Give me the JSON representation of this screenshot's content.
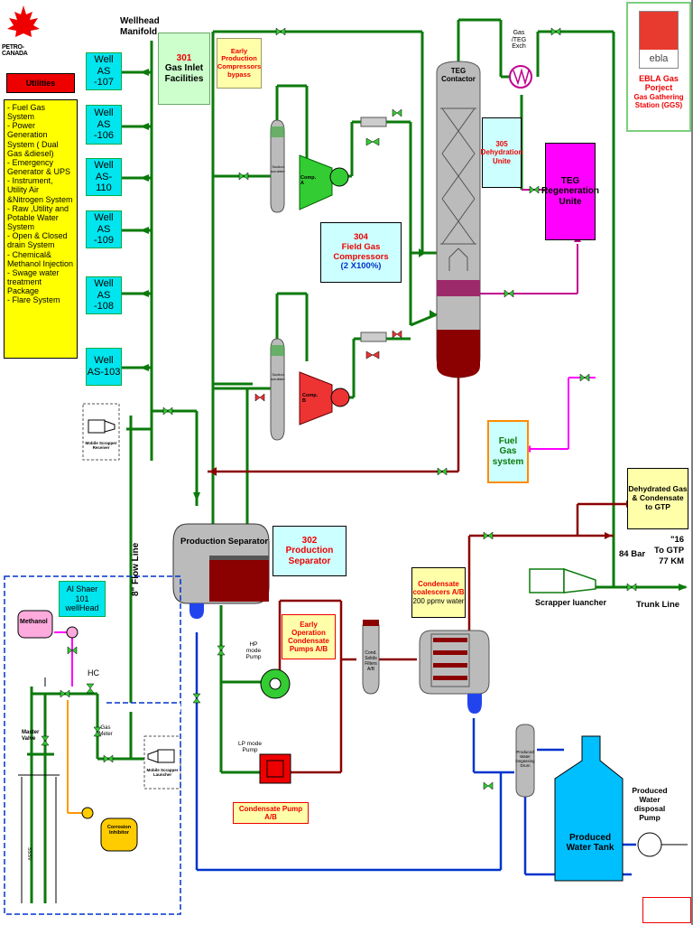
{
  "logo": {
    "petro": "PETRO-CANADA",
    "ebla": "ebla"
  },
  "header": {
    "wellhead_manifold": "Wellhead\nManifold"
  },
  "utilities": {
    "title": "Utilities",
    "items": "- Fuel Gas System\n- Power Generation System ( Dual Gas &diesel)\n- Emergency Generator & UPS\n- Instrument, Utility Air &Nitrogen System\n- Raw ,Utility and Potable Water System\n- Open & Closed drain System\n- Chemical& Methanol Injection\n- Swage water treatment Package\n- Flare System"
  },
  "wells": [
    {
      "name": "Well",
      "id": "AS -107"
    },
    {
      "name": "Well",
      "id": "AS -106"
    },
    {
      "name": "Well",
      "id": "AS- 110"
    },
    {
      "name": "Well",
      "id": "AS -109"
    },
    {
      "name": "Well",
      "id": "AS -108"
    },
    {
      "name": "Well",
      "id": "AS-103"
    }
  ],
  "units": {
    "gas_inlet": {
      "num": "301",
      "label": "Gas Inlet Facilities"
    },
    "early_prod_comp": "Early Production Compressors bypass",
    "field_gas_comp": {
      "num": "304",
      "label": "Field Gas Compressors",
      "sub": "(2 X100%)"
    },
    "dehydration": {
      "num": "305",
      "label": "Dehydration Unite"
    },
    "teg_regen": "TEG Regeneration Unite",
    "gas_teg_exch": "Gas /TEG Exch",
    "teg_contactor": "TEG Contactor",
    "fuel_gas": "Fuel Gas system",
    "prod_sep": "Production Separator",
    "prod_sep_302": {
      "num": "302",
      "label": "Production Separator"
    },
    "dehydrated_gas": "Dehydrated Gas & Condensate to GTP",
    "coalescers": {
      "label": "Condensate coalescers A/B",
      "sub": "200 ppmv water"
    },
    "early_op_pumps": "Early Operation Condensate Pumps A/B",
    "condensate_pump": "Condensate Pump A/B",
    "al_shaer": "Al Shaer 101 wellHead",
    "methanol": "Methanol",
    "corrosion": "Corrosion Inhibitor",
    "produced_water_tank": "Produced Water Tank",
    "produced_water_pump": "Produced Water disposal Pump",
    "pw_drum": "Produced Water Degassing Drum",
    "cond_filters": "Cond. Solids Filters A/B",
    "scrapper_launcher": "Scrapper luancher",
    "mobile_receiver": "Mobile Scrapper Receiver",
    "mobile_launcher": "Mobile Scrapper Launcher",
    "comp_a": "Comp. A",
    "comp_b": "Comp. B",
    "suction_scrubber": "Suction scrubber",
    "hp_pump": "HP mode Pump",
    "lp_pump": "LP mode Pump",
    "hc": "HC",
    "gas_meter": "Gas Meter",
    "master_valve": "Master Valve",
    "ssv": "SSSV",
    "flow_line": "8\" Flow Line",
    "trunk": {
      "bar": "84 Bar",
      "size": "\"16",
      "to": "To GTP",
      "km": "77 KM",
      "line": "Trunk Line"
    }
  },
  "project": {
    "title": "EBLA Gas Porject",
    "sub": "Gas Gathering Station (GGS)"
  },
  "colors": {
    "green": "#0b7a0b",
    "red": "#8b0000",
    "blue": "#0033cc",
    "magenta": "#ff00ff",
    "cyan": "#00e5ee",
    "yellow": "#ffff00"
  }
}
